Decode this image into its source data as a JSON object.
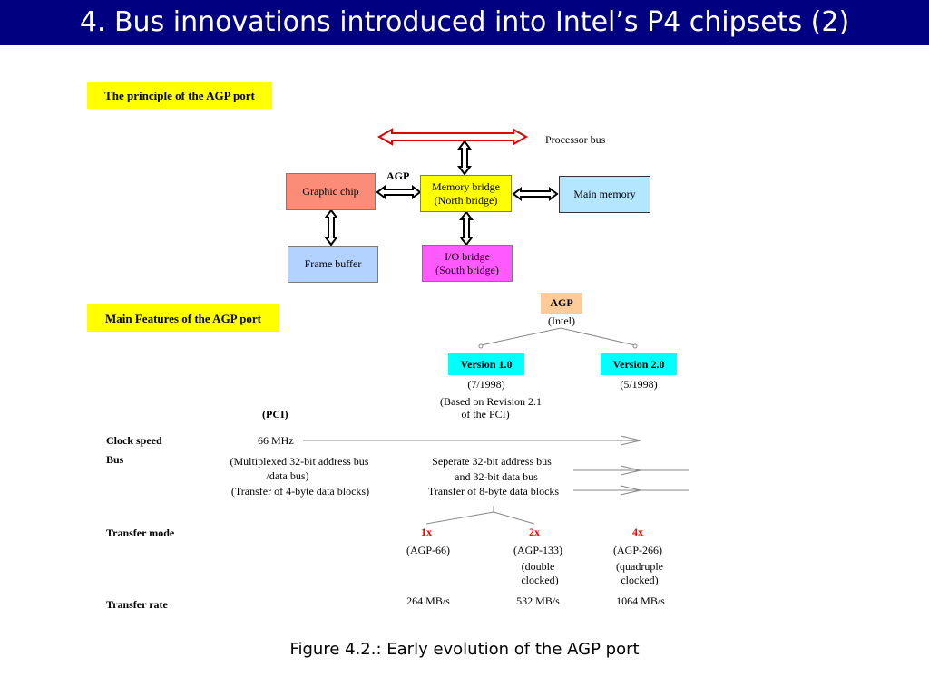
{
  "title": "4. Bus innovations introduced into Intel’s P4 chipsets (2)",
  "section1": {
    "label": "The principle of the AGP port"
  },
  "diagram": {
    "processor_bus": "Processor bus",
    "agp_link": "AGP",
    "graphic_chip": "Graphic chip",
    "memory_bridge": [
      "Memory bridge",
      "(North bridge)"
    ],
    "main_memory": "Main memory",
    "frame_buffer": "Frame buffer",
    "io_bridge": [
      "I/O bridge",
      "(South bridge)"
    ],
    "colors": {
      "processor_bus": "#e00000",
      "graphic_chip": "#fa8c78",
      "memory_bridge": "#ffff00",
      "main_memory": "#b4e6ff",
      "frame_buffer": "#b4d2ff",
      "io_bridge": "#ff5aff"
    }
  },
  "section2": {
    "label": "Main Features of the AGP port"
  },
  "tree": {
    "root": {
      "label": "AGP",
      "sub": "(Intel)"
    },
    "v1": {
      "label": "Version 1.0",
      "date": "(7/1998)",
      "note": [
        "(Based on Revision 2.1",
        "of the PCI)"
      ]
    },
    "v2": {
      "label": "Version 2.0",
      "date": "(5/1998)"
    },
    "colors": {
      "root": "#ffcc99",
      "version": "#00ffff"
    }
  },
  "features": {
    "pci_header": "(PCI)",
    "clock_speed": {
      "label": "Clock speed",
      "pci": "66 MHz"
    },
    "bus": {
      "label": "Bus",
      "pci": [
        "(Multiplexed 32-bit address bus",
        "/data bus)",
        "(Transfer of 4-byte data blocks)"
      ],
      "agp": [
        "Seperate 32-bit address bus",
        "and 32-bit data bus",
        "Transfer of 8-byte data blocks"
      ]
    },
    "transfer_mode": {
      "label": "Transfer mode",
      "modes": [
        {
          "name": "1x",
          "variant": "(AGP-66)",
          "note": []
        },
        {
          "name": "2x",
          "variant": "(AGP-133)",
          "note": [
            "(double",
            "clocked)"
          ]
        },
        {
          "name": "4x",
          "variant": "(AGP-266)",
          "note": [
            "(quadruple",
            "clocked)"
          ]
        }
      ]
    },
    "transfer_rate": {
      "label": "Transfer rate",
      "values": [
        "264 MB/s",
        "532 MB/s",
        "1064 MB/s"
      ]
    }
  },
  "caption": "Figure 4.2.: Early evolution of the AGP port"
}
